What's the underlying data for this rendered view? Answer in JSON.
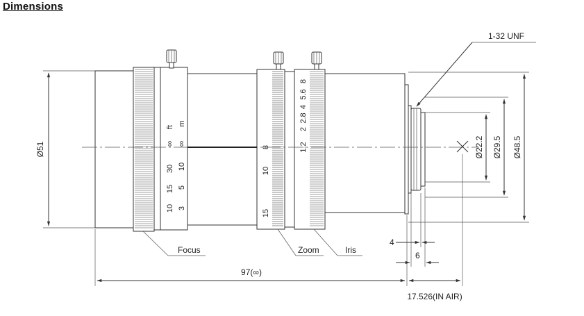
{
  "heading": "Dimensions",
  "labels": {
    "thread": "1-32 UNF",
    "focus": "Focus",
    "zoom": "Zoom",
    "iris": "Iris"
  },
  "dimensions": {
    "outer_diameter": "Ø51",
    "length": "97(∞)",
    "back_focus": "17.526(IN AIR)",
    "mount_depth": "4",
    "flange_width": "6",
    "diam_inner": "Ø22.2",
    "diam_mid": "Ø29.5",
    "diam_outer": "Ø48.5"
  },
  "scales": {
    "focus_ft": [
      "10",
      "15",
      "30",
      "∞",
      "ft"
    ],
    "focus_m": [
      "3",
      "5",
      "10",
      "∞",
      "m"
    ],
    "zoom": [
      "15",
      "10",
      "8"
    ],
    "iris": [
      "1.2",
      "2",
      "2.8",
      "4",
      "5.6",
      "8"
    ]
  },
  "colors": {
    "line": "#333333",
    "text": "#222222"
  }
}
